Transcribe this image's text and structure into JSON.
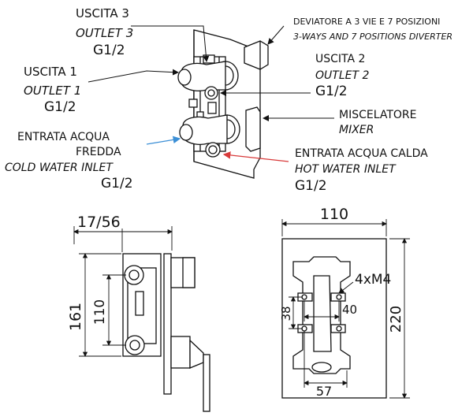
{
  "labels": {
    "uscita3": "USCITA 3",
    "outlet3": "OUTLET 3",
    "g12_3": "G1/2",
    "deviatore": "DEVIATORE A 3 VIE E 7 POSIZIONI",
    "diverter": "3-WAYS AND 7 POSITIONS DIVERTER",
    "uscita1": "USCITA 1",
    "outlet1": "OUTLET 1",
    "g12_1": "G1/2",
    "uscita2": "USCITA 2",
    "outlet2": "OUTLET 2",
    "g12_2": "G1/2",
    "miscelatore": "MISCELATORE",
    "mixer": "MIXER",
    "entrata_fredda_1": "ENTRATA ACQUA",
    "entrata_fredda_2": "FREDDA",
    "cold_inlet": "COLD WATER INLET",
    "g12_cold": "G1/2",
    "entrata_calda": "ENTRATA ACQUA CALDA",
    "hot_inlet": "HOT WATER INLET",
    "g12_hot": "G1/2"
  },
  "dimensions": {
    "side_depth": "17/56",
    "side_height": "161",
    "side_spacing": "110",
    "front_width": "110",
    "front_height": "220",
    "screws": "4xM4",
    "screw_v": "40",
    "screw_h": "38",
    "bottom_width": "57"
  },
  "colors": {
    "line": "#111111",
    "cold_arrow": "#3b8fd6",
    "hot_arrow": "#d83a3a"
  }
}
